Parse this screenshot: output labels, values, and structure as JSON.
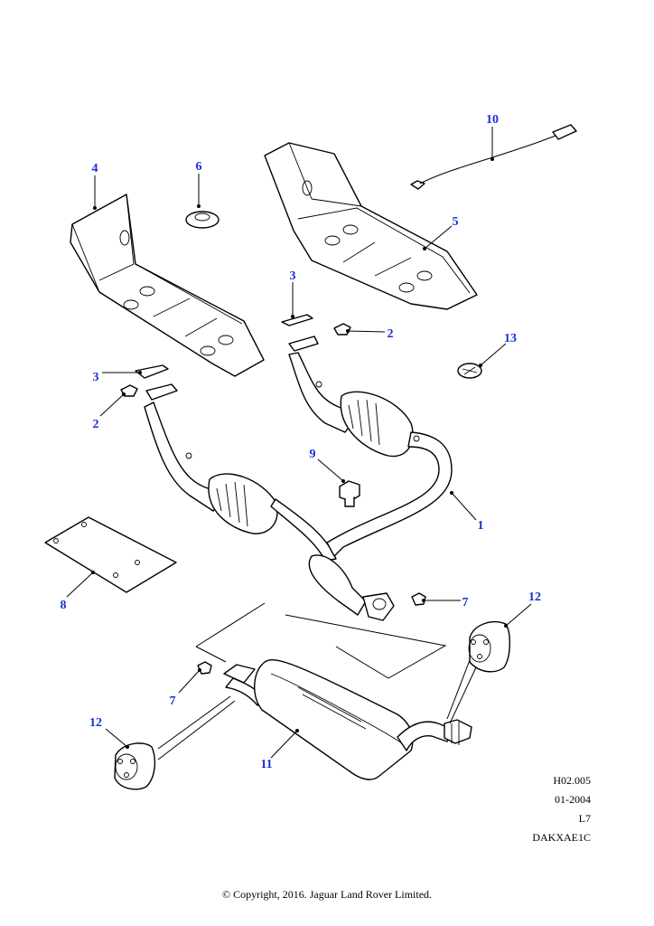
{
  "callouts": {
    "c1": "1",
    "c2a": "2",
    "c2b": "2",
    "c3a": "3",
    "c3b": "3",
    "c4": "4",
    "c5": "5",
    "c6": "6",
    "c7a": "7",
    "c7b": "7",
    "c8": "8",
    "c9": "9",
    "c10": "10",
    "c11": "11",
    "c12a": "12",
    "c12b": "12",
    "c13": "13"
  },
  "reference": {
    "code": "H02.005",
    "date": "01-2004",
    "model": "L7",
    "id": "DAKXAE1C"
  },
  "copyright": "© Copyright, 2016. Jaguar Land Rover Limited.",
  "colors": {
    "callout": "#1a2fd6",
    "line": "#000000",
    "background": "#ffffff"
  }
}
